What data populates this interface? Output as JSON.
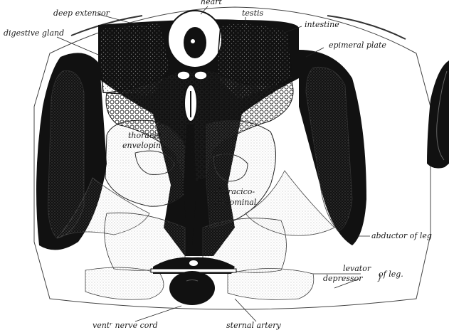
{
  "figure": {
    "labels": {
      "heart": "heart",
      "deep_extensor": "deep extensor",
      "testis": "testis",
      "intestine": "intestine",
      "digestive_gland": "digestive gland",
      "epimeral_plate": "epimeral plate",
      "thoracic_enveloping": [
        "thoracic",
        "enveloping"
      ],
      "thoracico_abdominal": [
        "thoracico-",
        "abdominal"
      ],
      "abductor_of_leg": "abductor of leg",
      "levator": "levator",
      "depressor": "depressor",
      "of_leg": "of leg.",
      "ventral_nerve_cord": "ventʳ nerve cord",
      "sternal_artery": "sternal artery"
    },
    "colors": {
      "ink": "#111111",
      "paper": "#ffffff",
      "stipple": "#7a7a7a"
    }
  }
}
